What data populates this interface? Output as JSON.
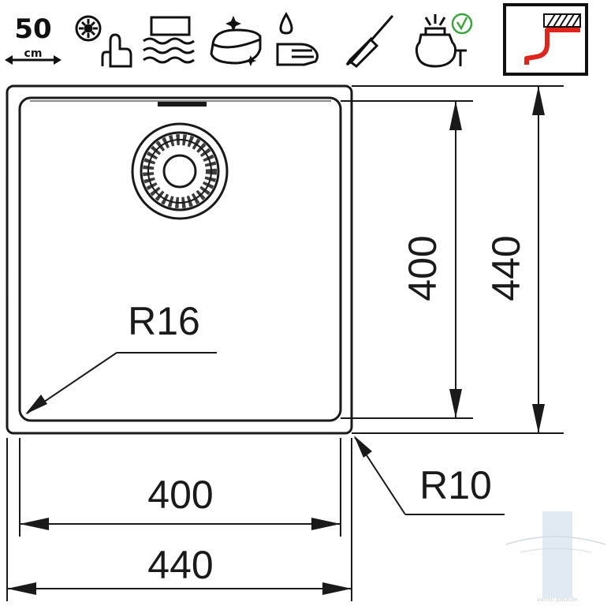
{
  "icons": {
    "size_badge": {
      "value": "50",
      "unit": "cm"
    },
    "items": [
      {
        "name": "strainer-waste-push-button-icon"
      },
      {
        "name": "overflow-icon"
      },
      {
        "name": "easy-clean-sponge-icon"
      },
      {
        "name": "hand-wash-icon"
      },
      {
        "name": "tool-icon"
      },
      {
        "name": "waste-disposer-compatible-icon"
      },
      {
        "name": "undermount-installation-icon"
      }
    ]
  },
  "dimensions": {
    "inner_width": "400",
    "outer_width": "440",
    "inner_height": "400",
    "outer_height": "440",
    "inner_radius": "R16",
    "outer_radius": "R10"
  },
  "watermark": {
    "text": "vannu pasaule"
  },
  "colors": {
    "accent_red": "#e0241c",
    "line": "#1a1a1a",
    "check_green": "#3aa53a"
  }
}
